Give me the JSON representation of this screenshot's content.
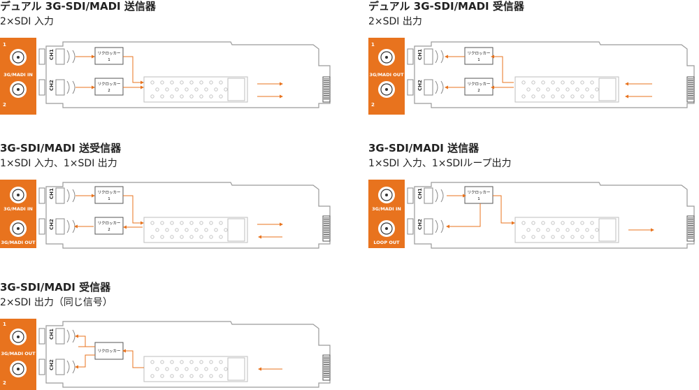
{
  "colors": {
    "orange": "#e8731e",
    "outline": "#9a9a9a",
    "module": "#bdbdbd"
  },
  "clock_label": "リクロッカー",
  "ch1": "CH1",
  "ch2": "CH2",
  "panels": [
    {
      "title": "デュアル 3G-SDI/MADI 送信器",
      "subtitle": "2×SDI 入力",
      "port_label": "3G/MADI IN",
      "port_top": "1",
      "port_bottom": "2",
      "num1": "1",
      "num2": "2"
    },
    {
      "title": "デュアル 3G-SDI/MADI 受信器",
      "subtitle": "2×SDI 出力",
      "port_label": "3G/MADI OUT",
      "port_top": "1",
      "port_bottom": "2",
      "num1": "1",
      "num2": "2"
    },
    {
      "title": "3G-SDI/MADI 送受信器",
      "subtitle": "1×SDI 入力、1×SDI 出力",
      "port_label_top": "3G/MADI IN",
      "port_label_bottom": "3G/MADI OUT",
      "num1": "1",
      "num2": "2"
    },
    {
      "title": "3G-SDI/MADI 送信器",
      "subtitle": "1×SDI 入力、1×SDIループ出力",
      "port_label_top": "3G/MADI IN",
      "port_label_bottom": "LOOP OUT",
      "num1": "1"
    },
    {
      "title": "3G-SDI/MADI 受信器",
      "subtitle": "2×SDI 出力（同じ信号）",
      "port_label": "3G/MADI OUT",
      "port_top": "1",
      "port_bottom": "2"
    }
  ]
}
